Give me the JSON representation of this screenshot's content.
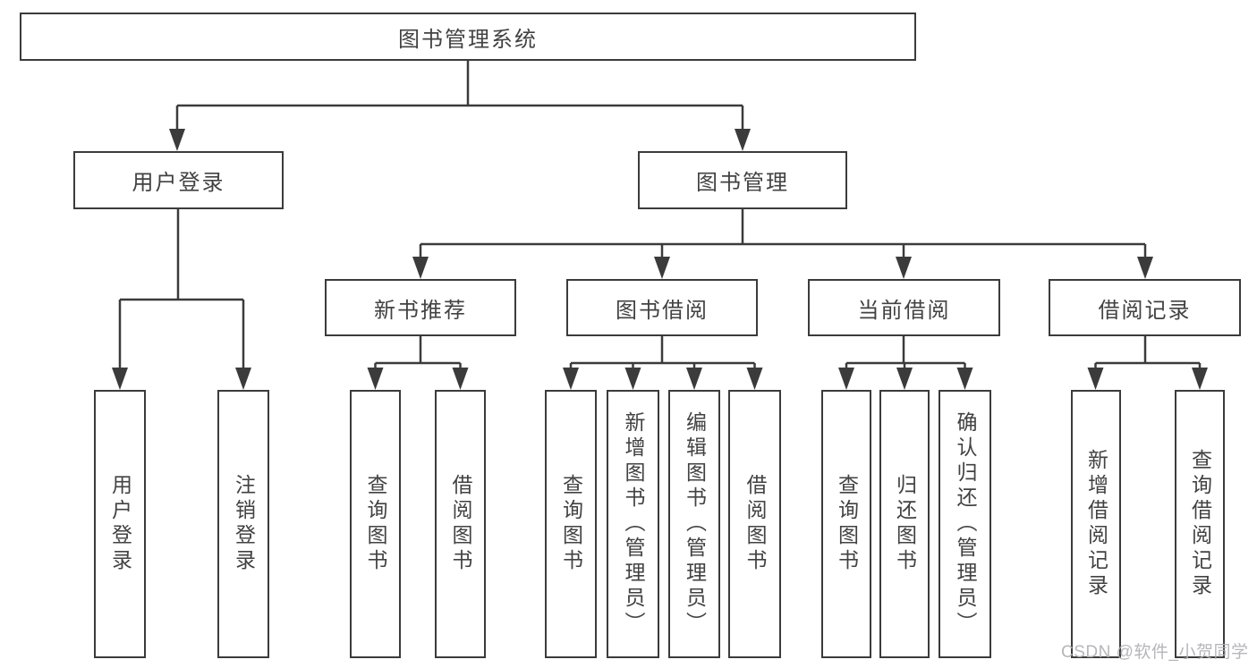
{
  "tree": {
    "label": "图书管理系统",
    "children": [
      {
        "label": "用户登录",
        "children": [
          {
            "label": "用户登录"
          },
          {
            "label": "注销登录"
          }
        ]
      },
      {
        "label": "图书管理",
        "children": [
          {
            "label": "新书推荐",
            "children": [
              {
                "label": "查询图书"
              },
              {
                "label": "借阅图书"
              }
            ]
          },
          {
            "label": "图书借阅",
            "children": [
              {
                "label": "查询图书"
              },
              {
                "label": "新增图书（管理员）"
              },
              {
                "label": "编辑图书（管理员）"
              },
              {
                "label": "借阅图书"
              }
            ]
          },
          {
            "label": "当前借阅",
            "children": [
              {
                "label": "查询图书"
              },
              {
                "label": "归还图书"
              },
              {
                "label": "确认归还（管理员）"
              }
            ]
          },
          {
            "label": "借阅记录",
            "children": [
              {
                "label": "新增借阅记录"
              },
              {
                "label": "查询借阅记录"
              }
            ]
          }
        ]
      }
    ]
  },
  "watermark": "CSDN @软件_小贺同学",
  "colors": {
    "line": "#3b3b3b",
    "box_border": "#3b3b3b",
    "box_fill": "#ffffff",
    "text": "#424242",
    "background": "#ffffff",
    "watermark": "#b0b0b5"
  }
}
